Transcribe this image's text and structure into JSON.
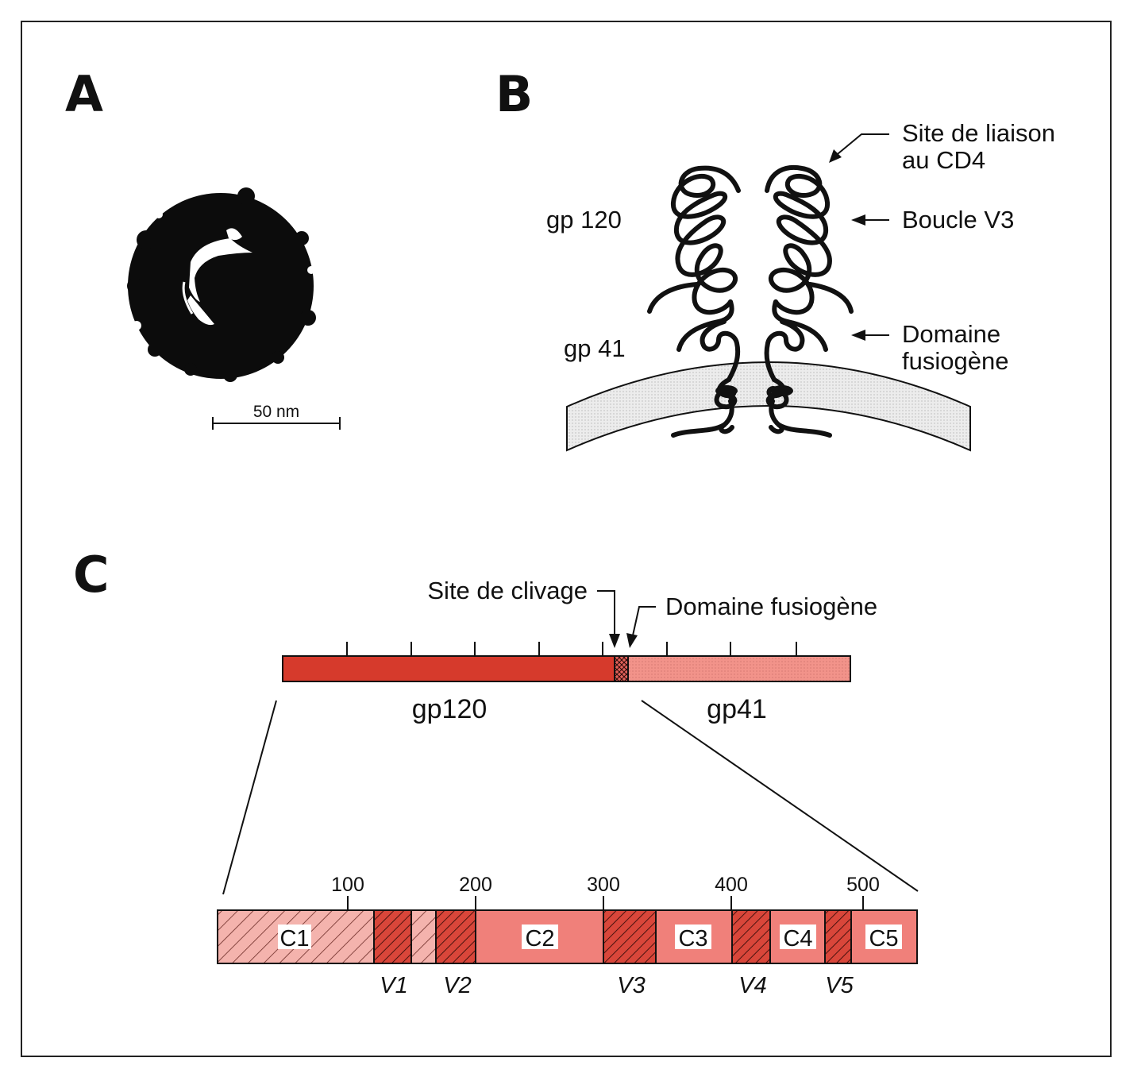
{
  "panels": {
    "a": {
      "letter": "A",
      "scale_bar_label": "50 nm"
    },
    "b": {
      "letter": "B",
      "labels": {
        "gp120": "gp 120",
        "gp41": "gp 41",
        "cd4_site_line1": "Site de liaison",
        "cd4_site_line2": "au CD4",
        "v3_loop": "Boucle V3",
        "fusion_line1": "Domaine",
        "fusion_line2": "fusiogène"
      }
    },
    "c": {
      "letter": "C",
      "labels": {
        "cleavage_site": "Site de clivage",
        "fusion_domain": "Domaine fusiogène",
        "gp120": "gp120",
        "gp41": "gp41"
      },
      "ticks": [
        "100",
        "200",
        "300",
        "400",
        "500"
      ],
      "segments": [
        {
          "label": "C1",
          "type": "constant"
        },
        {
          "label": "V1",
          "type": "variable"
        },
        {
          "label": "V2",
          "type": "variable"
        },
        {
          "label": "C2",
          "type": "constant"
        },
        {
          "label": "V3",
          "type": "variable"
        },
        {
          "label": "C3",
          "type": "constant"
        },
        {
          "label": "V4",
          "type": "variable"
        },
        {
          "label": "C4",
          "type": "constant"
        },
        {
          "label": "V5",
          "type": "variable"
        },
        {
          "label": "C5",
          "type": "constant"
        }
      ]
    }
  },
  "colors": {
    "gp120_red": "#d63a2c",
    "gp41_pink": "#f2938a",
    "constant_pink": "#f0807a",
    "variable_red": "#d9463a",
    "membrane_gray": "#e4e4e4",
    "frame": "#222222"
  }
}
